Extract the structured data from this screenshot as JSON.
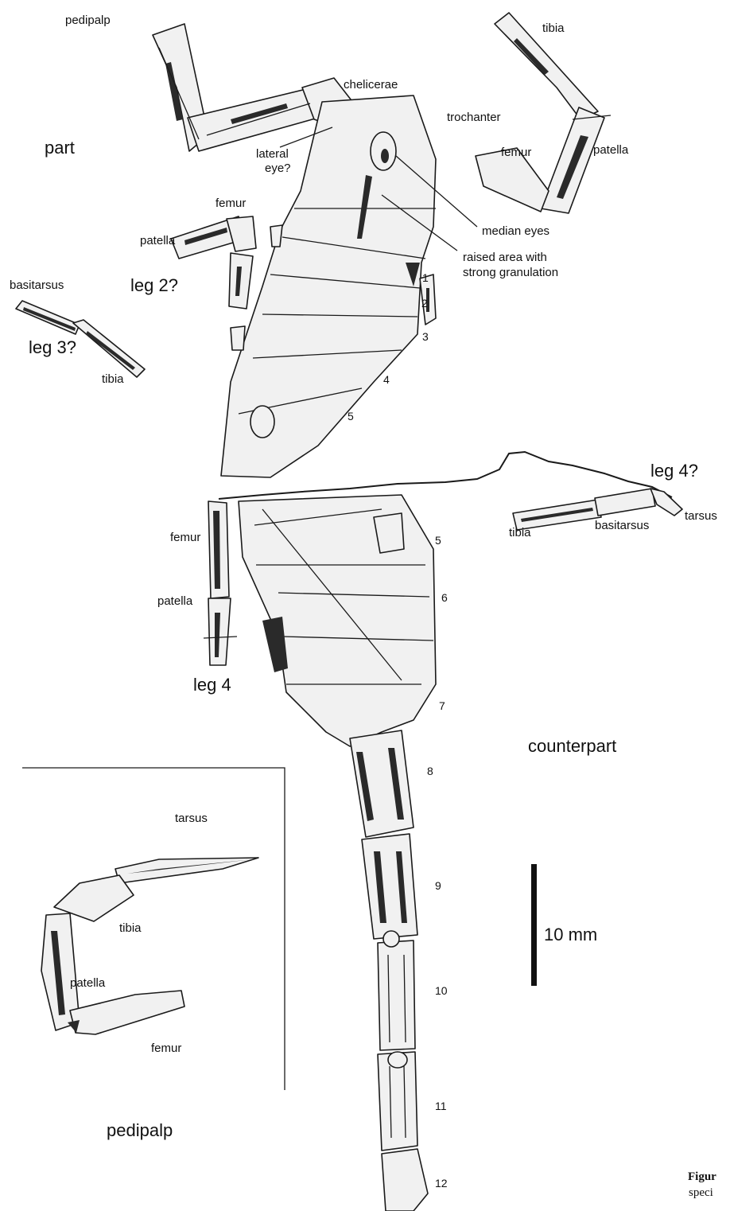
{
  "labels": {
    "part": "part",
    "counterpart": "counterpart",
    "pedipalp_top": "pedipalp",
    "pedipalp_inset": "pedipalp",
    "chelicerae": "chelicerae",
    "trochanter": "trochanter",
    "lateral_eye_1": "lateral",
    "lateral_eye_2": "eye?",
    "median_eyes": "median eyes",
    "raised_area_1": "raised area with",
    "raised_area_2": "strong granulation",
    "tibia_palp": "tibia",
    "femur_palp": "femur",
    "patella_palp": "patella",
    "femur_leg2": "femur",
    "patella_leg2": "patella",
    "leg2": "leg 2?",
    "basitarsus_leg3": "basitarsus",
    "leg3": "leg 3?",
    "tibia_leg3": "tibia",
    "leg4_right": "leg 4?",
    "tibia_leg4r": "tibia",
    "basitarsus_leg4r": "basitarsus",
    "tarsus_leg4r": "tarsus",
    "femur_leg4": "femur",
    "patella_leg4": "patella",
    "leg4": "leg 4",
    "inset_tarsus": "tarsus",
    "inset_tibia": "tibia",
    "inset_patella": "patella",
    "inset_femur": "femur"
  },
  "segments": [
    "1",
    "2",
    "3",
    "4",
    "5",
    "5",
    "6",
    "7",
    "8",
    "9",
    "10",
    "11",
    "12"
  ],
  "scale_bar": {
    "label": "10 mm"
  },
  "caption": {
    "bold": "Figur",
    "text": "speci"
  }
}
